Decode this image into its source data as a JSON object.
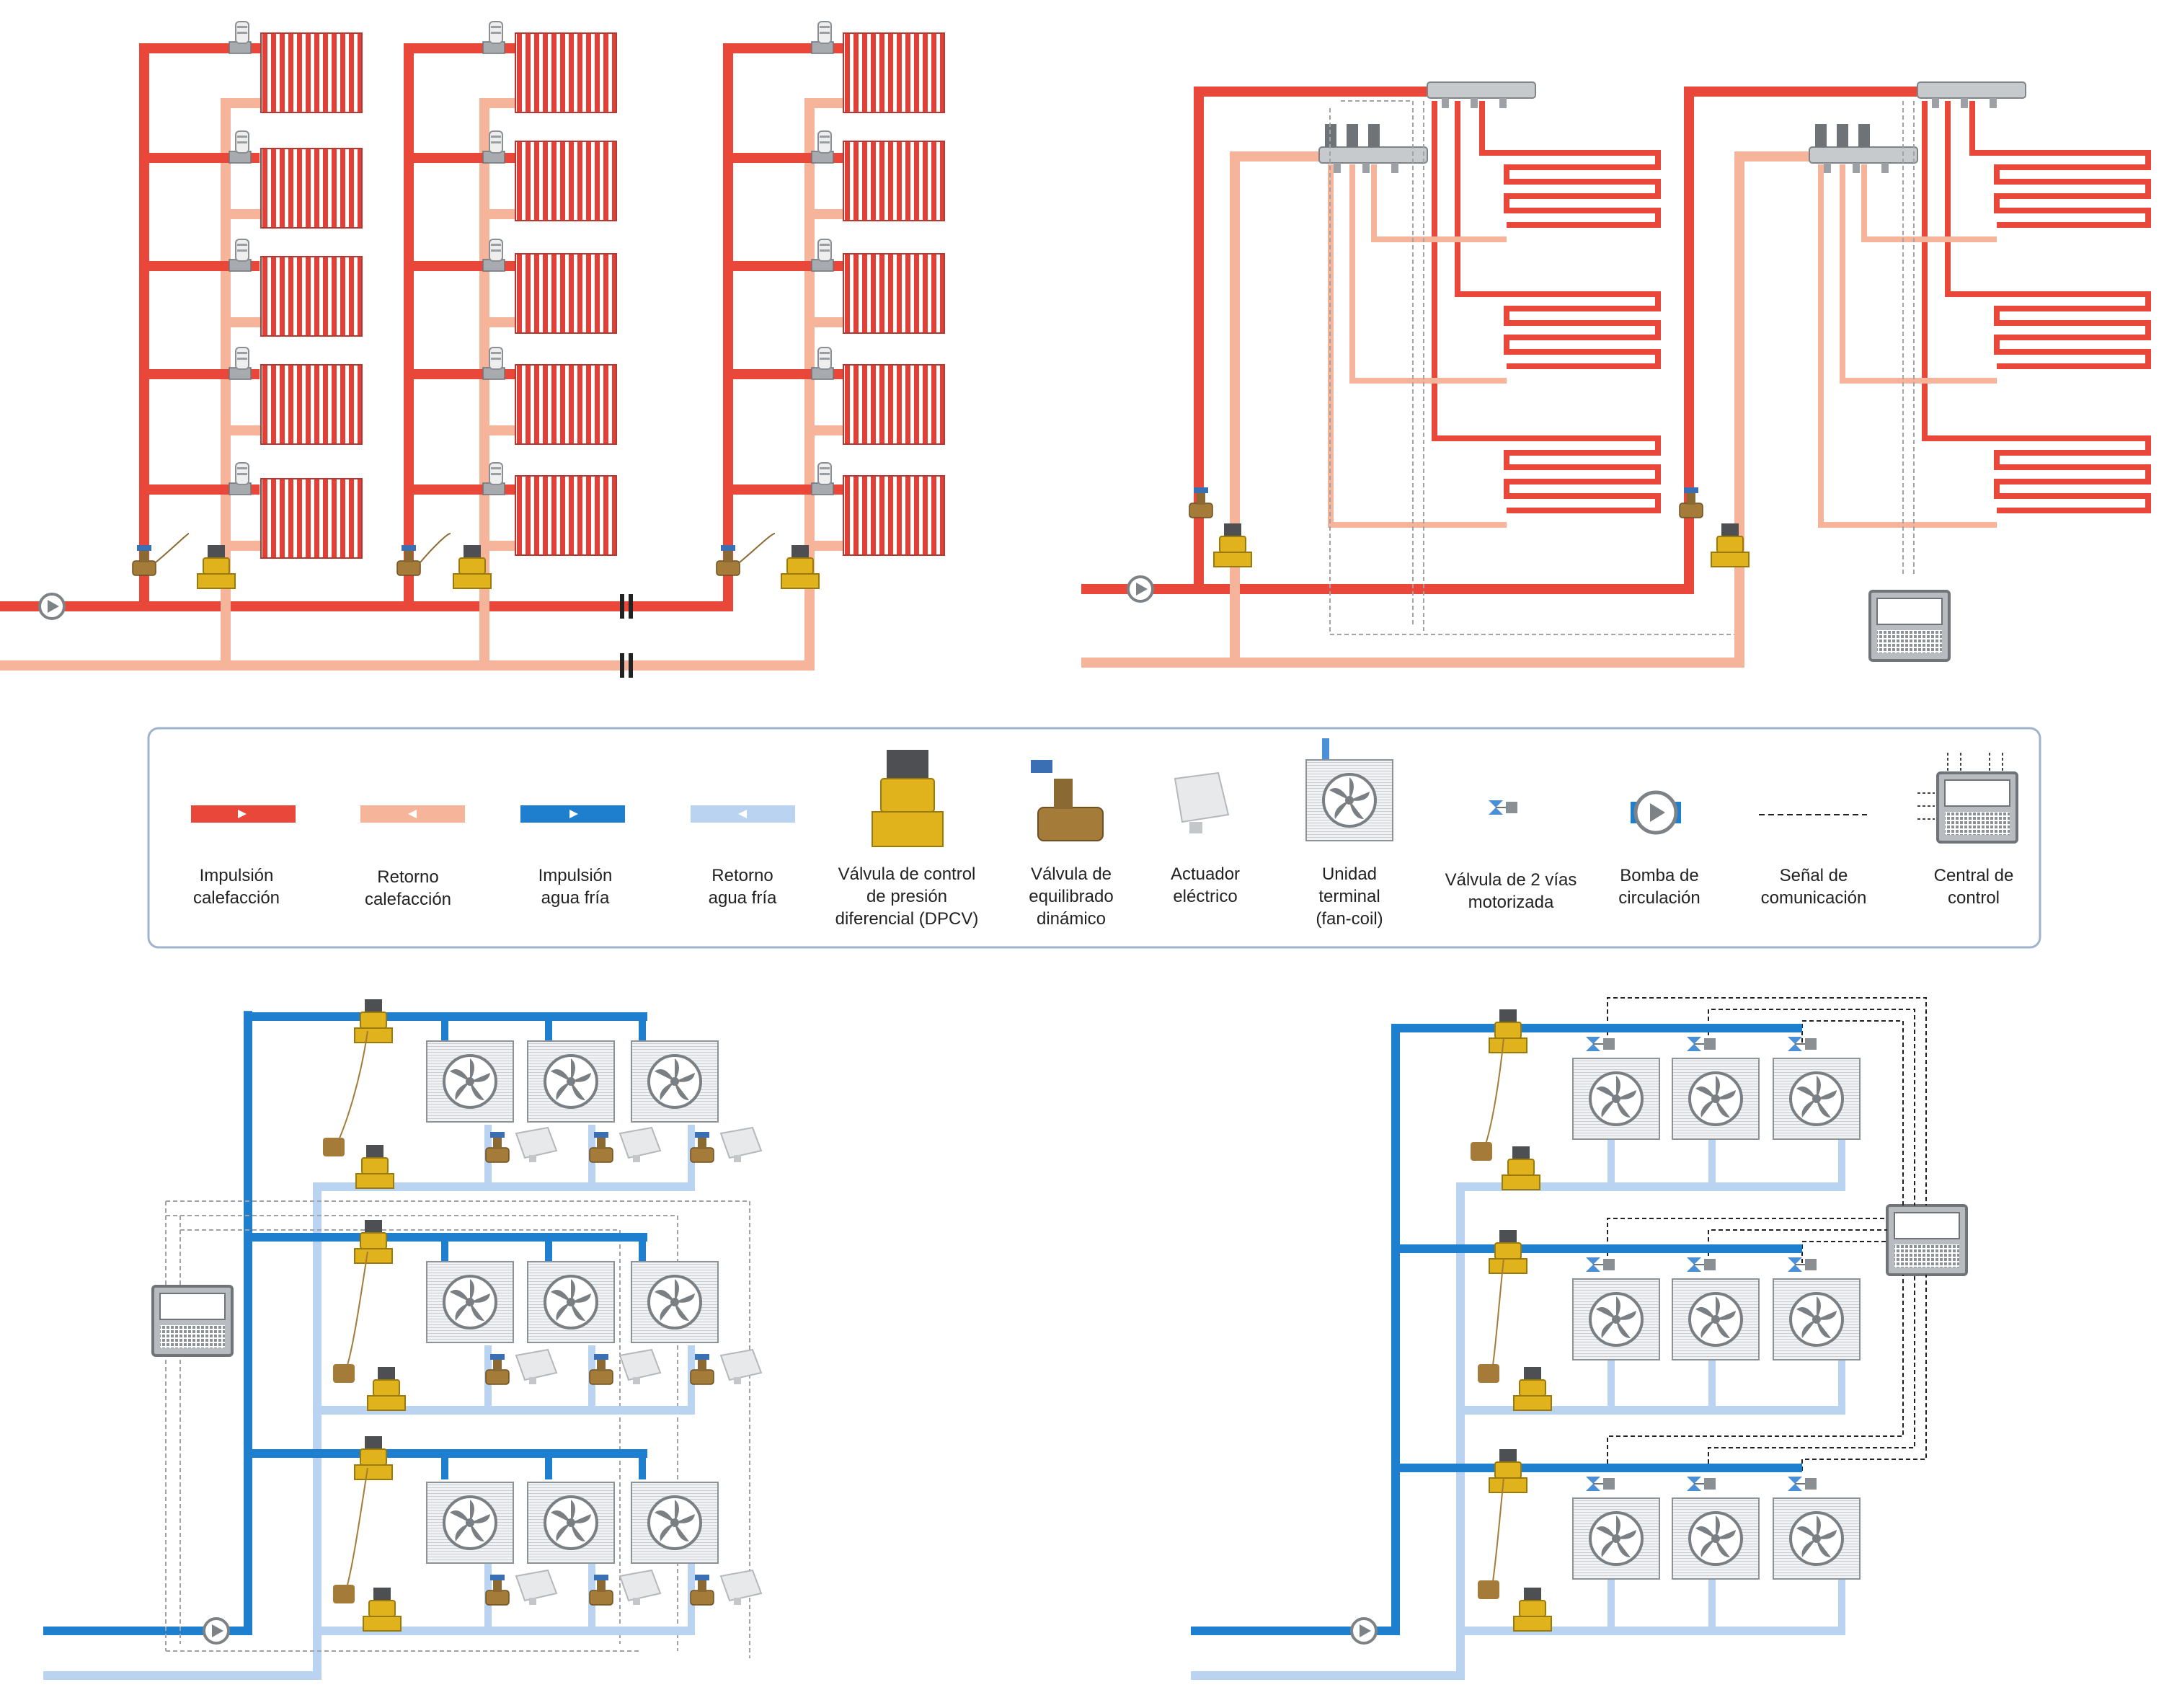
{
  "legend": {
    "items": [
      {
        "id": "impulsion-calefaccion",
        "lines": [
          "Impulsión",
          "calefacción"
        ]
      },
      {
        "id": "retorno-calefaccion",
        "lines": [
          "Retorno",
          "calefacción"
        ]
      },
      {
        "id": "impulsion-agua-fria",
        "lines": [
          "Impulsión",
          "agua fría"
        ]
      },
      {
        "id": "retorno-agua-fria",
        "lines": [
          "Retorno",
          "agua fría"
        ]
      },
      {
        "id": "dpcv",
        "lines": [
          "Válvula de control",
          "de presión",
          "diferencial (DPCV)"
        ]
      },
      {
        "id": "equilibrado",
        "lines": [
          "Válvula de",
          "equilibrado",
          "dinámico"
        ]
      },
      {
        "id": "actuador",
        "lines": [
          "Actuador",
          "eléctrico"
        ]
      },
      {
        "id": "fan-coil",
        "lines": [
          "Unidad",
          "terminal",
          "(fan-coil)"
        ]
      },
      {
        "id": "valvula-2-vias",
        "lines": [
          "Válvula de 2 vías",
          "motorizada"
        ]
      },
      {
        "id": "bomba",
        "lines": [
          "Bomba de",
          "circulación"
        ]
      },
      {
        "id": "senal",
        "lines": [
          "Señal de",
          "comunicación"
        ]
      },
      {
        "id": "central",
        "lines": [
          "Central de",
          "control"
        ]
      }
    ]
  },
  "colors": {
    "supply_heating": "#e8473a",
    "return_heating": "#f6b49a",
    "supply_cold": "#1f7fcf",
    "return_cold": "#b9d3f0",
    "valve_gold": "#e0b21c",
    "valve_bronze": "#a57b3a",
    "device_grey": "#9a9ea3",
    "legend_border": "#9fb3cc"
  },
  "icons": [
    "radiator-icon",
    "thermostatic-valve-icon",
    "dpcv-icon",
    "balancing-valve-icon",
    "actuator-icon",
    "fan-coil-icon",
    "two-way-valve-icon",
    "pump-icon",
    "control-unit-icon",
    "manifold-icon",
    "underfloor-loop-icon"
  ]
}
